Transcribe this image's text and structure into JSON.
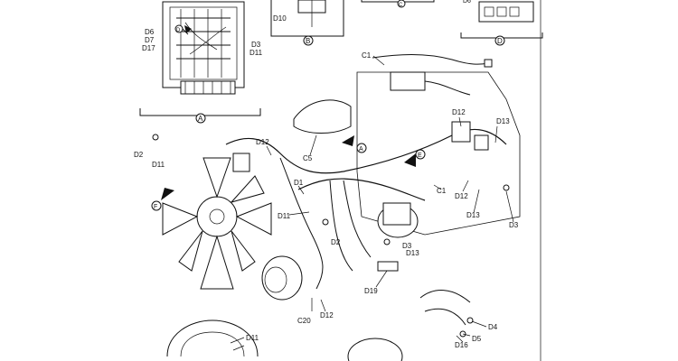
{
  "labels": {
    "c1_top": "C1",
    "c1_right": "C1",
    "c5": "C5",
    "c20": "C20",
    "d1": "D1",
    "d2_left": "D2",
    "d2_mid": "D2",
    "d3_top": "D3",
    "d3_mid": "D3",
    "d3_right": "D3",
    "d4": "D4",
    "d5": "D5",
    "d6": "D6",
    "d7": "D7",
    "d10": "D10",
    "d11_top": "D11",
    "d11_left": "D11",
    "d11_mid": "D11",
    "d11_bottom": "D11",
    "d12_left": "D12",
    "d12_right_top": "D12",
    "d12_right_mid": "D12",
    "d12_bottom": "D12",
    "d13_top": "D13",
    "d13_right": "D13",
    "d13_mid": "D13",
    "d16": "D16",
    "d17": "D17",
    "d19": "D19"
  },
  "view_markers": {
    "a_inset": "A",
    "b_inset": "B",
    "c_inset": "C",
    "d_inset": "D",
    "d_arrow": "D",
    "a_arrow": "A",
    "e_arrow": "E",
    "f_arrow": "F"
  }
}
